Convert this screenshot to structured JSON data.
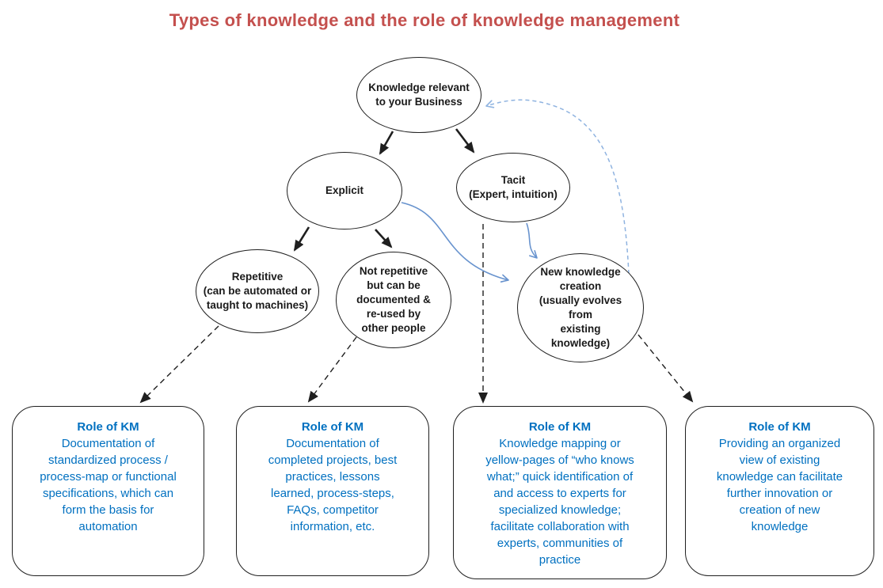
{
  "title": "Types of knowledge and the role of knowledge management",
  "colors": {
    "title_red": "#C4504E",
    "km_blue": "#0070C0",
    "arrow_blue": "#6893CE",
    "arrow_blue_light": "#8FB3E0",
    "node_black": "#1a1a1a"
  },
  "nodes": [
    {
      "id": "knowledge-relevant",
      "label": "Knowledge relevant\nto your Business"
    },
    {
      "id": "explicit",
      "label": "Explicit"
    },
    {
      "id": "tacit",
      "label": "Tacit\n(Expert, intuition)"
    },
    {
      "id": "repetitive",
      "label": "Repetitive\n(can be automated or\ntaught to machines)"
    },
    {
      "id": "not-repetitive",
      "label": "Not repetitive\nbut can be\ndocumented &\nre-used by\nother people"
    },
    {
      "id": "new-knowledge",
      "label": "New knowledge\ncreation\n(usually evolves\nfrom\nexisting\nknowledge)"
    }
  ],
  "km_boxes": [
    {
      "heading": "Role of KM",
      "body": "Documentation of\nstandardized process /\nprocess-map or functional\nspecifications, which can\nform the basis for\nautomation"
    },
    {
      "heading": "Role of KM",
      "body": "Documentation of\ncompleted projects, best\npractices, lessons\nlearned, process-steps,\nFAQs, competitor\ninformation, etc."
    },
    {
      "heading": "Role of KM",
      "body": "Knowledge mapping or\nyellow-pages of “who knows\nwhat;” quick identification of\nand access to experts for\nspecialized knowledge;\nfacilitate collaboration with\nexperts, communities of\npractice"
    },
    {
      "heading": "Role of KM",
      "body": "Providing an organized\nview of existing\nknowledge can facilitate\nfurther innovation or\ncreation of new\nknowledge"
    }
  ],
  "edges": [
    {
      "from": "knowledge-relevant",
      "to": "explicit",
      "style": "solid-black-arrow"
    },
    {
      "from": "knowledge-relevant",
      "to": "tacit",
      "style": "solid-black-arrow"
    },
    {
      "from": "explicit",
      "to": "repetitive",
      "style": "solid-black-arrow"
    },
    {
      "from": "explicit",
      "to": "not-repetitive",
      "style": "solid-black-arrow"
    },
    {
      "from": "explicit",
      "to": "new-knowledge",
      "style": "solid-blue-curve"
    },
    {
      "from": "tacit",
      "to": "new-knowledge",
      "style": "solid-blue-curve"
    },
    {
      "from": "repetitive",
      "to": "km-box-1",
      "style": "dashed-black-arrow"
    },
    {
      "from": "not-repetitive",
      "to": "km-box-2",
      "style": "dashed-black-arrow"
    },
    {
      "from": "tacit",
      "to": "km-box-3",
      "style": "dashed-black-arrow"
    },
    {
      "from": "new-knowledge",
      "to": "km-box-4",
      "style": "dashed-black-arrow"
    },
    {
      "from": "new-knowledge",
      "to": "knowledge-relevant",
      "style": "dashed-blue-curve"
    }
  ]
}
